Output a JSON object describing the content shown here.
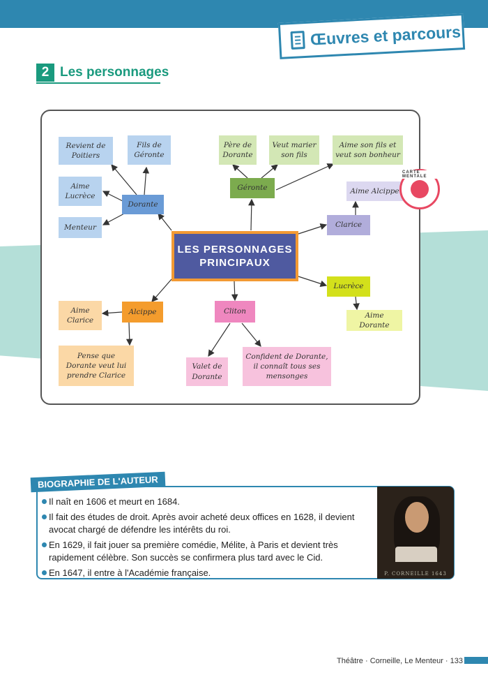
{
  "header": {
    "section_title": "Œuvres et parcours"
  },
  "section": {
    "number": "2",
    "title": "Les personnages"
  },
  "mind_map": {
    "center": "LES PERSONNAGES PRINCIPAUX",
    "stamp": "CARTE MENTALE",
    "nodes": {
      "dorante": "Dorante",
      "geronte": "Géronte",
      "clarice": "Clarice",
      "lucrece": "Lucrèce",
      "alcippe": "Alcippe",
      "cliton": "Cliton",
      "revient_poitiers": "Revient de Poitiers",
      "fils_geronte": "Fils de Géronte",
      "aime_lucrece": "Aime Lucrèce",
      "menteur": "Menteur",
      "pere_dorante": "Père de Dorante",
      "veut_marier": "Veut marier son fils",
      "aime_son_fils": "Aime son fils et veut son bonheur",
      "aime_alcippe": "Aime Alcippe",
      "aime_dorante": "Aime Dorante",
      "aime_clarice": "Aime Clarice",
      "pense_que": "Pense que Dorante veut lui prendre Clarice",
      "valet": "Valet de Dorante",
      "confident": "Confident de Dorante, il connaît tous ses mensonges"
    },
    "colors": {
      "blue_node": "#6a9bd6",
      "blue_note": "#b8d3ef",
      "green_node": "#7cab4e",
      "green_note": "#d3e7b5",
      "purple_node": "#b1addb",
      "purple_note": "#dcd8f0",
      "yellow_node": "#d3e01b",
      "yellow_note": "#eff5a4",
      "orange_node": "#f49c2d",
      "orange_note": "#fbd8a6",
      "pink_node": "#ef87bf",
      "pink_note": "#f7c2dd",
      "center": "#4f5aa0",
      "center_border": "#f39a33"
    }
  },
  "biography": {
    "label": "BIOGRAPHIE DE L'AUTEUR",
    "items": [
      "Il naît en 1606 et meurt en 1684.",
      "Il fait des études de droit. Après avoir acheté deux offices en 1628, il devient avocat chargé de défendre les intérêts du roi.",
      "En 1629, il fait jouer sa première comédie, Mélite, à Paris et devient très rapidement célèbre. Son succès se confirmera plus tard avec le Cid.",
      "En 1647, il entre à l'Académie française."
    ],
    "portrait_caption": "P. CORNEILLE 1643"
  },
  "footer": {
    "text": "Théâtre · Corneille, Le Menteur · 133"
  }
}
